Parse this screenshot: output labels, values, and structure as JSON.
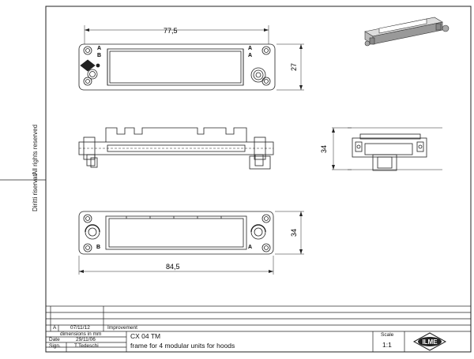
{
  "side_notes": {
    "rights_it": "Diritti riservati",
    "rights_en": "All rights reserved"
  },
  "dimensions": {
    "top_width": "77,5",
    "top_height": "27",
    "side_height": "34",
    "bottom_height": "34",
    "bottom_width": "84,5"
  },
  "markings": {
    "top_left_a": "A",
    "top_left_b": "B",
    "top_right_a": "A",
    "top_right_b": "A",
    "bottom_left": "B",
    "bottom_right": "A"
  },
  "revision": {
    "letter": "A",
    "date": "07/11/12",
    "description": "Improvement"
  },
  "title_block": {
    "units_label": "dimensions in mm",
    "date_label": "Date",
    "date_value": "29/11/06",
    "sign_label": "Sign.",
    "sign_value": "T.Tedeschi",
    "code": "CX 04 TM",
    "description": "frame for 4 modular units for hoods",
    "scale_label": "Scale",
    "scale_value": "1:1",
    "logo_text": "ILME"
  }
}
